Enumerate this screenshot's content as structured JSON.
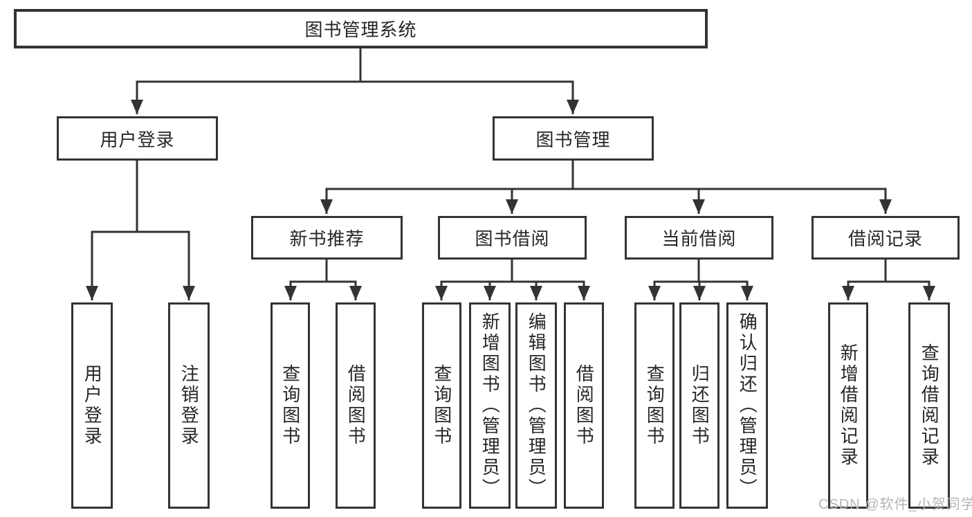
{
  "tree": {
    "root": {
      "label": "图书管理系统"
    },
    "branches": [
      {
        "label": "用户登录",
        "children": [
          {
            "label": "用户登录"
          },
          {
            "label": "注销登录"
          }
        ]
      },
      {
        "label": "图书管理",
        "children": [
          {
            "label": "新书推荐",
            "children": [
              {
                "label": "查询图书"
              },
              {
                "label": "借阅图书"
              }
            ]
          },
          {
            "label": "图书借阅",
            "children": [
              {
                "label": "查询图书"
              },
              {
                "label": "新增图书（管理员）"
              },
              {
                "label": "编辑图书（管理员）"
              },
              {
                "label": "借阅图书"
              }
            ]
          },
          {
            "label": "当前借阅",
            "children": [
              {
                "label": "查询图书"
              },
              {
                "label": "归还图书"
              },
              {
                "label": "确认归还（管理员）"
              }
            ]
          },
          {
            "label": "借阅记录",
            "children": [
              {
                "label": "新增借阅记录"
              },
              {
                "label": "查询借阅记录"
              }
            ]
          }
        ]
      }
    ]
  },
  "watermark": {
    "text": "CSDN @软件_小贺同学"
  },
  "colors": {
    "line": "#333333",
    "box_border": "#333333",
    "text": "#262626",
    "watermark": "#b5b5b5",
    "background": "#ffffff"
  }
}
